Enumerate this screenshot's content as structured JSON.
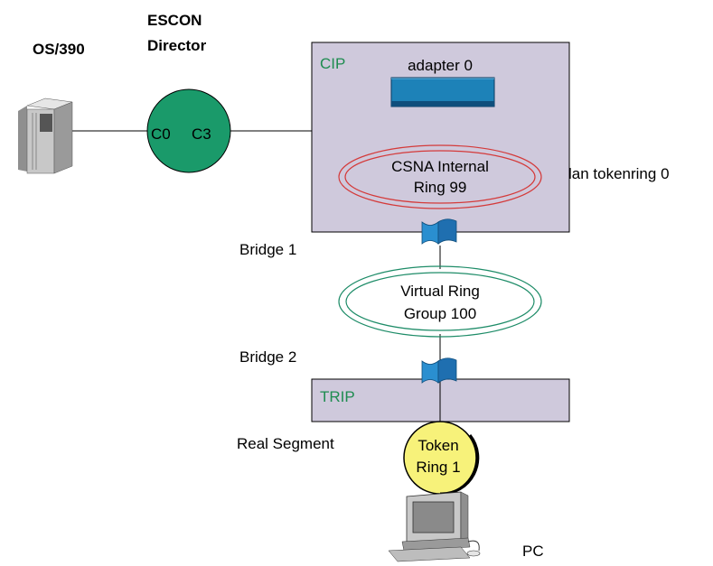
{
  "labels": {
    "os390": "OS/390",
    "escon_line1": "ESCON",
    "escon_line2": "Director",
    "port_c0": "C0",
    "port_c3": "C3",
    "cip": "CIP",
    "adapter": "adapter 0",
    "csna_line1": "CSNA Internal",
    "csna_line2": "Ring 99",
    "lan_tokenring": "lan tokenring 0",
    "bridge1": "Bridge 1",
    "virtual_ring_line1": "Virtual Ring",
    "virtual_ring_line2": "Group 100",
    "bridge2": "Bridge 2",
    "trip": "TRIP",
    "real_segment": "Real Segment",
    "token_ring_line1": "Token",
    "token_ring_line2": "Ring 1",
    "pc": "PC"
  },
  "colors": {
    "box_fill": "#cfc9dc",
    "escon_fill": "#1a9a6a",
    "adapter_fill": "#1d82b8",
    "csna_ring": "#d43a3a",
    "virtual_ring": "#1e8c68",
    "token_ring_fill": "#f7f27a",
    "bridge_fill": "#2a8fd0",
    "box_title_color": "#1e8c50"
  },
  "icons": {
    "mainframe": "mainframe-icon",
    "pc": "pc-icon",
    "bridge": "bridge-icon"
  }
}
